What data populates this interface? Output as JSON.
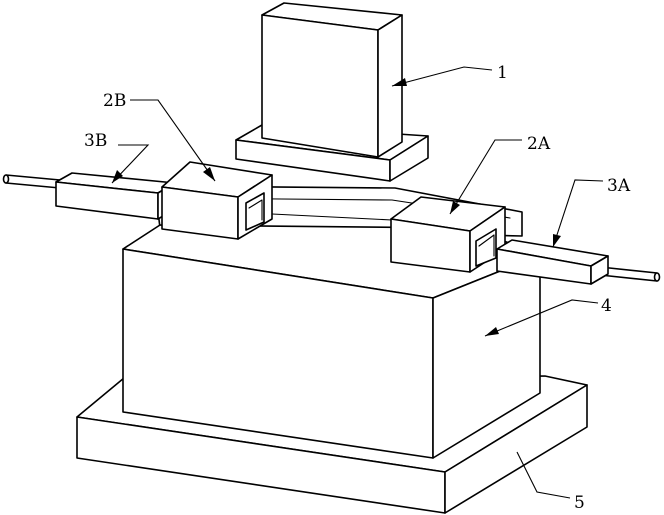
{
  "labels": {
    "part_1": "1",
    "part_2a": "2A",
    "part_2b": "2B",
    "part_3a": "3A",
    "part_3b": "3B",
    "part_4": "4",
    "part_5": "5"
  }
}
